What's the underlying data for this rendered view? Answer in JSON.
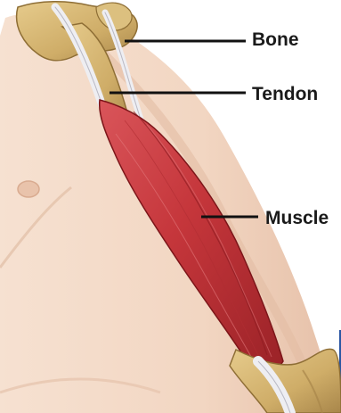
{
  "labels": {
    "bone": "Bone",
    "tendon": "Tendon",
    "muscle": "Muscle"
  },
  "colors": {
    "skin": "#f3d9c6",
    "skin_shadow": "#e3bfa6",
    "bone": "#d6b574",
    "bone_shadow": "#a9874a",
    "muscle": "#c9383b",
    "muscle_dark": "#8f1d22",
    "tendon": "#e9e9ee",
    "frame_blue": "#2b56a3",
    "leader": "#111111"
  }
}
